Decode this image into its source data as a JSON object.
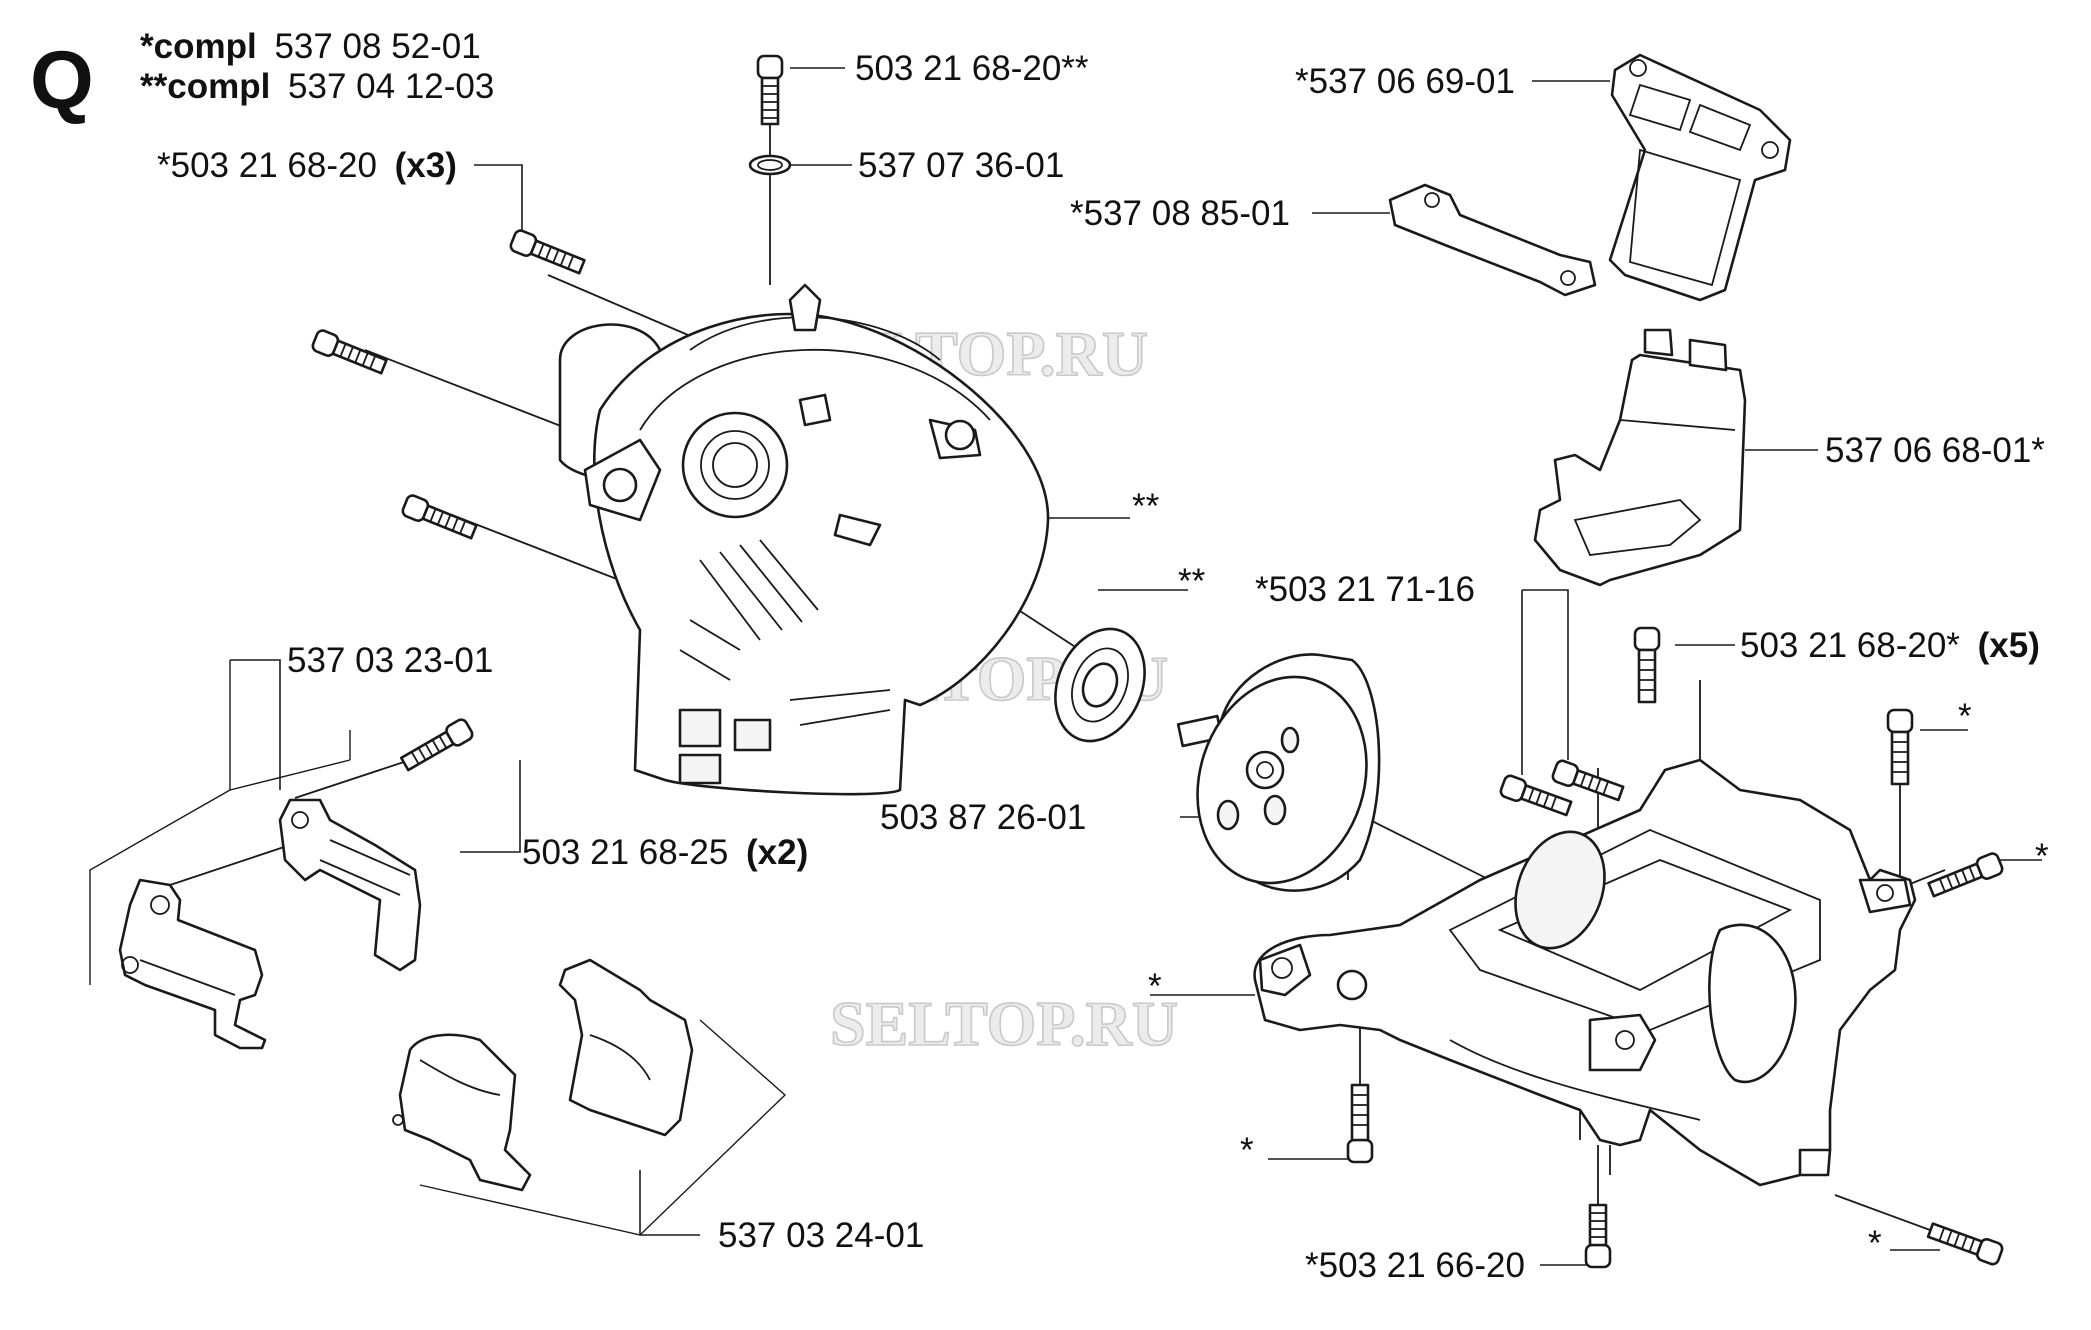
{
  "header": {
    "section_letter": "Q",
    "compl_1": {
      "prefix": "*compl",
      "number": "537 08 52-01"
    },
    "compl_2": {
      "prefix": "**compl",
      "number": "537 04 12-03"
    }
  },
  "watermark": "SELTOP.RU",
  "labels": {
    "top_screw": "503 21 68-20**",
    "washer": "537 07 36-01",
    "screws_x3_num": "*503 21 68-20",
    "screws_x3_qty": "(x3)",
    "gasket_top": "*537 06 69-01",
    "gasket_small": "*537 08 85-01",
    "manifold": "537 06 68-01*",
    "cover_marker": "**",
    "bearing_marker": "**",
    "screw_71_16": "*503 21 71-16",
    "screw_x5_num": "503 21 68-20*",
    "screw_x5_qty": "(x5)",
    "star_a": "*",
    "star_b": "*",
    "bracket_set": "537 03 23-01",
    "screw_x2_num": "503 21 68-25",
    "screw_x2_qty": "(x2)",
    "flywheel": "503 87 26-01",
    "star_c": "*",
    "star_d": "*",
    "star_e": "*",
    "clamp_set": "537 03 24-01",
    "screw_66_20": "*503 21 66-20"
  }
}
